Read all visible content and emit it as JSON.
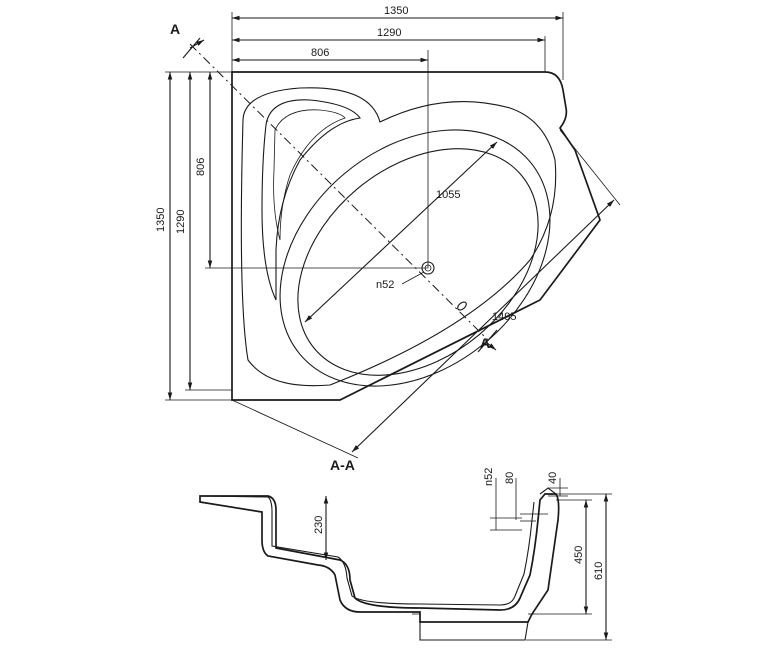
{
  "top_view": {
    "dim_width_total": "1350",
    "dim_width_inner": "1290",
    "dim_width_center": "806",
    "dim_height_total": "1350",
    "dim_height_inner": "1290",
    "dim_height_center": "806",
    "dim_diagonal": "1055",
    "dim_front": "1495",
    "drain_label": "n52",
    "section_marker_top": "A",
    "section_marker_bottom": "A"
  },
  "section_view": {
    "title": "A-A",
    "dim_step": "230",
    "dim_drain": "n52",
    "dim_80": "80",
    "dim_40": "40",
    "dim_450": "450",
    "dim_610": "610"
  }
}
